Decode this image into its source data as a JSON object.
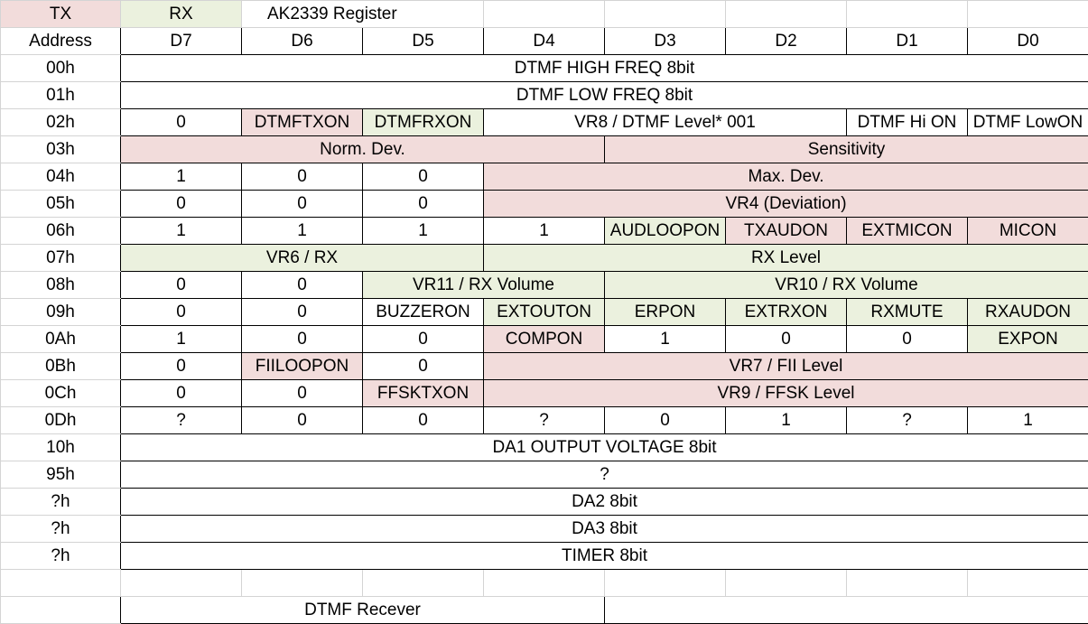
{
  "header": {
    "tx": "TX",
    "rx": "RX",
    "title": "AK2339 Register",
    "colors": {
      "pink": "#f2dcdb",
      "green": "#ebf1de"
    }
  },
  "columns": [
    "Address",
    "D7",
    "D6",
    "D5",
    "D4",
    "D3",
    "D2",
    "D1",
    "D0"
  ],
  "rows": [
    {
      "addr": "00h",
      "cells": [
        {
          "text": "DTMF HIGH FREQ 8bit",
          "span": 8,
          "fill": "white"
        }
      ]
    },
    {
      "addr": "01h",
      "cells": [
        {
          "text": "DTMF LOW FREQ 8bit",
          "span": 8,
          "fill": "white"
        }
      ]
    },
    {
      "addr": "02h",
      "cells": [
        {
          "text": "0",
          "span": 1,
          "fill": "white"
        },
        {
          "text": "DTMFTXON",
          "span": 1,
          "fill": "pink"
        },
        {
          "text": "DTMFRXON",
          "span": 1,
          "fill": "green"
        },
        {
          "text": "VR8 / DTMF Level* 001",
          "span": 3,
          "fill": "white"
        },
        {
          "text": "DTMF Hi ON",
          "span": 1,
          "fill": "white"
        },
        {
          "text": "DTMF LowON",
          "span": 1,
          "fill": "white"
        }
      ]
    },
    {
      "addr": "03h",
      "cells": [
        {
          "text": "Norm. Dev.",
          "span": 4,
          "fill": "pink"
        },
        {
          "text": "Sensitivity",
          "span": 4,
          "fill": "pink"
        }
      ]
    },
    {
      "addr": "04h",
      "cells": [
        {
          "text": "1",
          "span": 1,
          "fill": "white"
        },
        {
          "text": "0",
          "span": 1,
          "fill": "white"
        },
        {
          "text": "0",
          "span": 1,
          "fill": "white"
        },
        {
          "text": "Max. Dev.",
          "span": 5,
          "fill": "pink"
        }
      ]
    },
    {
      "addr": "05h",
      "cells": [
        {
          "text": "0",
          "span": 1,
          "fill": "white"
        },
        {
          "text": "0",
          "span": 1,
          "fill": "white"
        },
        {
          "text": "0",
          "span": 1,
          "fill": "white"
        },
        {
          "text": "VR4 (Deviation)",
          "span": 5,
          "fill": "pink"
        }
      ]
    },
    {
      "addr": "06h",
      "cells": [
        {
          "text": "1",
          "span": 1,
          "fill": "white"
        },
        {
          "text": "1",
          "span": 1,
          "fill": "white"
        },
        {
          "text": "1",
          "span": 1,
          "fill": "white"
        },
        {
          "text": "1",
          "span": 1,
          "fill": "white"
        },
        {
          "text": "AUDLOOPON",
          "span": 1,
          "fill": "green"
        },
        {
          "text": "TXAUDON",
          "span": 1,
          "fill": "pink"
        },
        {
          "text": "EXTMICON",
          "span": 1,
          "fill": "pink"
        },
        {
          "text": "MICON",
          "span": 1,
          "fill": "pink"
        }
      ]
    },
    {
      "addr": "07h",
      "cells": [
        {
          "text": "VR6 / RX",
          "span": 3,
          "fill": "green"
        },
        {
          "text": "RX Level",
          "span": 5,
          "fill": "green"
        }
      ]
    },
    {
      "addr": "08h",
      "cells": [
        {
          "text": "0",
          "span": 1,
          "fill": "white"
        },
        {
          "text": "0",
          "span": 1,
          "fill": "white"
        },
        {
          "text": "VR11 / RX Volume",
          "span": 2,
          "fill": "green"
        },
        {
          "text": "VR10 / RX Volume",
          "span": 4,
          "fill": "green"
        }
      ]
    },
    {
      "addr": "09h",
      "cells": [
        {
          "text": "0",
          "span": 1,
          "fill": "white"
        },
        {
          "text": "0",
          "span": 1,
          "fill": "white"
        },
        {
          "text": "BUZZERON",
          "span": 1,
          "fill": "white"
        },
        {
          "text": "EXTOUTON",
          "span": 1,
          "fill": "green"
        },
        {
          "text": "ERPON",
          "span": 1,
          "fill": "green"
        },
        {
          "text": "EXTRXON",
          "span": 1,
          "fill": "green"
        },
        {
          "text": "RXMUTE",
          "span": 1,
          "fill": "green"
        },
        {
          "text": "RXAUDON",
          "span": 1,
          "fill": "green"
        }
      ]
    },
    {
      "addr": "0Ah",
      "cells": [
        {
          "text": "1",
          "span": 1,
          "fill": "white"
        },
        {
          "text": "0",
          "span": 1,
          "fill": "white"
        },
        {
          "text": "0",
          "span": 1,
          "fill": "white"
        },
        {
          "text": "COMPON",
          "span": 1,
          "fill": "pink"
        },
        {
          "text": "1",
          "span": 1,
          "fill": "white"
        },
        {
          "text": "0",
          "span": 1,
          "fill": "white"
        },
        {
          "text": "0",
          "span": 1,
          "fill": "white"
        },
        {
          "text": "EXPON",
          "span": 1,
          "fill": "green"
        }
      ]
    },
    {
      "addr": "0Bh",
      "cells": [
        {
          "text": "0",
          "span": 1,
          "fill": "white"
        },
        {
          "text": "FIILOOPON",
          "span": 1,
          "fill": "pink"
        },
        {
          "text": "0",
          "span": 1,
          "fill": "white"
        },
        {
          "text": "VR7 / FII Level",
          "span": 5,
          "fill": "pink"
        }
      ]
    },
    {
      "addr": "0Ch",
      "cells": [
        {
          "text": "0",
          "span": 1,
          "fill": "white"
        },
        {
          "text": "0",
          "span": 1,
          "fill": "white"
        },
        {
          "text": "FFSKTXON",
          "span": 1,
          "fill": "pink"
        },
        {
          "text": "VR9 / FFSK Level",
          "span": 5,
          "fill": "pink"
        }
      ]
    },
    {
      "addr": "0Dh",
      "cells": [
        {
          "text": "?",
          "span": 1,
          "fill": "white"
        },
        {
          "text": "0",
          "span": 1,
          "fill": "white"
        },
        {
          "text": "0",
          "span": 1,
          "fill": "white"
        },
        {
          "text": "?",
          "span": 1,
          "fill": "white"
        },
        {
          "text": "0",
          "span": 1,
          "fill": "white"
        },
        {
          "text": "1",
          "span": 1,
          "fill": "white"
        },
        {
          "text": "?",
          "span": 1,
          "fill": "white"
        },
        {
          "text": "1",
          "span": 1,
          "fill": "white"
        }
      ]
    },
    {
      "addr": "10h",
      "cells": [
        {
          "text": "DA1 OUTPUT VOLTAGE 8bit",
          "span": 8,
          "fill": "white"
        }
      ]
    },
    {
      "addr": "95h",
      "cells": [
        {
          "text": "?",
          "span": 8,
          "fill": "white"
        }
      ]
    },
    {
      "addr": "?h",
      "cells": [
        {
          "text": "DA2 8bit",
          "span": 8,
          "fill": "white"
        }
      ]
    },
    {
      "addr": "?h",
      "cells": [
        {
          "text": "DA3 8bit",
          "span": 8,
          "fill": "white"
        }
      ]
    },
    {
      "addr": "?h",
      "cells": [
        {
          "text": "TIMER 8bit",
          "span": 8,
          "fill": "white"
        }
      ]
    }
  ],
  "footer": {
    "dtmf_receiver": "DTMF Recever"
  }
}
